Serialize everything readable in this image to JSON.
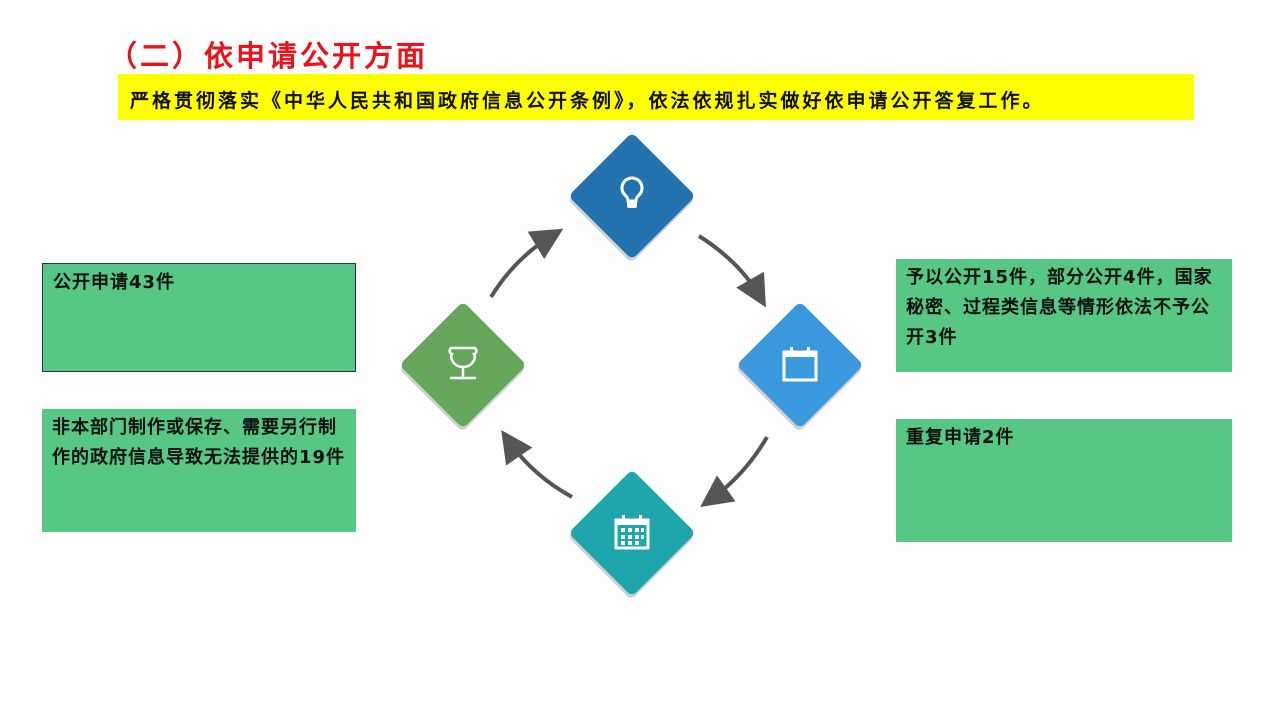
{
  "title": "（二）依申请公开方面",
  "banner": "严格贯彻落实《中华人民共和国政府信息公开条例》，依法依规扎实做好依申请公开答复工作。",
  "boxes": {
    "applications": "公开申请43件",
    "not_available": "非本部门制作或保存、需要另行制作的政府信息导致无法提供的19件",
    "disclosed": "予以公开15件，部分公开4件，国家秘密、过程类信息等情形依法不予公开3件",
    "duplicate": "重复申请2件"
  },
  "colors": {
    "top": "#2272b0",
    "right": "#3a98dc",
    "bottom": "#1fa5ac",
    "left": "#66a65a",
    "box": "#56c785"
  }
}
